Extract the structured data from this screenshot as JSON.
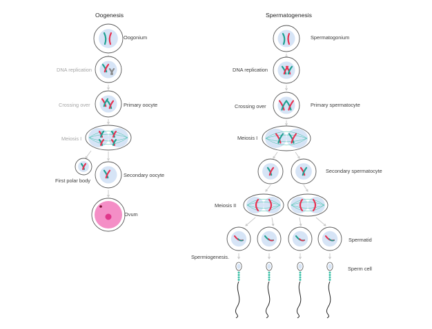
{
  "oogenesis": {
    "title": "Oogenesis",
    "labels": {
      "oogonium": "Oogonium",
      "dna_replication": "DNA replication",
      "crossing_over": "Crossing over",
      "primary_oocyte": "Primary oocyte",
      "meiosis_1": "Meiosis I",
      "first_polar_body": "First polar body",
      "secondary_oocyte": "Secondary oocyte",
      "ovum": "Ovum"
    }
  },
  "spermatogenesis": {
    "title": "Spermatogenesis",
    "labels": {
      "spermatogonium": "Spermatogonium",
      "dna_replication": "DNA replication",
      "crossing_over": "Crossing over",
      "primary_spermatocyte": "Primary spermatocyte",
      "meiosis_1": "Meiosis I",
      "secondary_spermatocyte": "Secondary spermatocyte",
      "meiosis_2": "Meiosis II",
      "spermatid": "Spermatid",
      "spermiogenesis": "Spermiogenesis.",
      "sperm_cell": "Sperm cell"
    }
  },
  "colors": {
    "chromosome_red": "#e8304f",
    "chromosome_teal": "#1fa090",
    "nucleus": "#d6e4f6",
    "cell_outline": "#555555",
    "arrow": "#c8c8c8",
    "ovum_pink": "#f48ec6",
    "ovum_core": "#e0368a",
    "spindle": "#3cc0a8"
  }
}
